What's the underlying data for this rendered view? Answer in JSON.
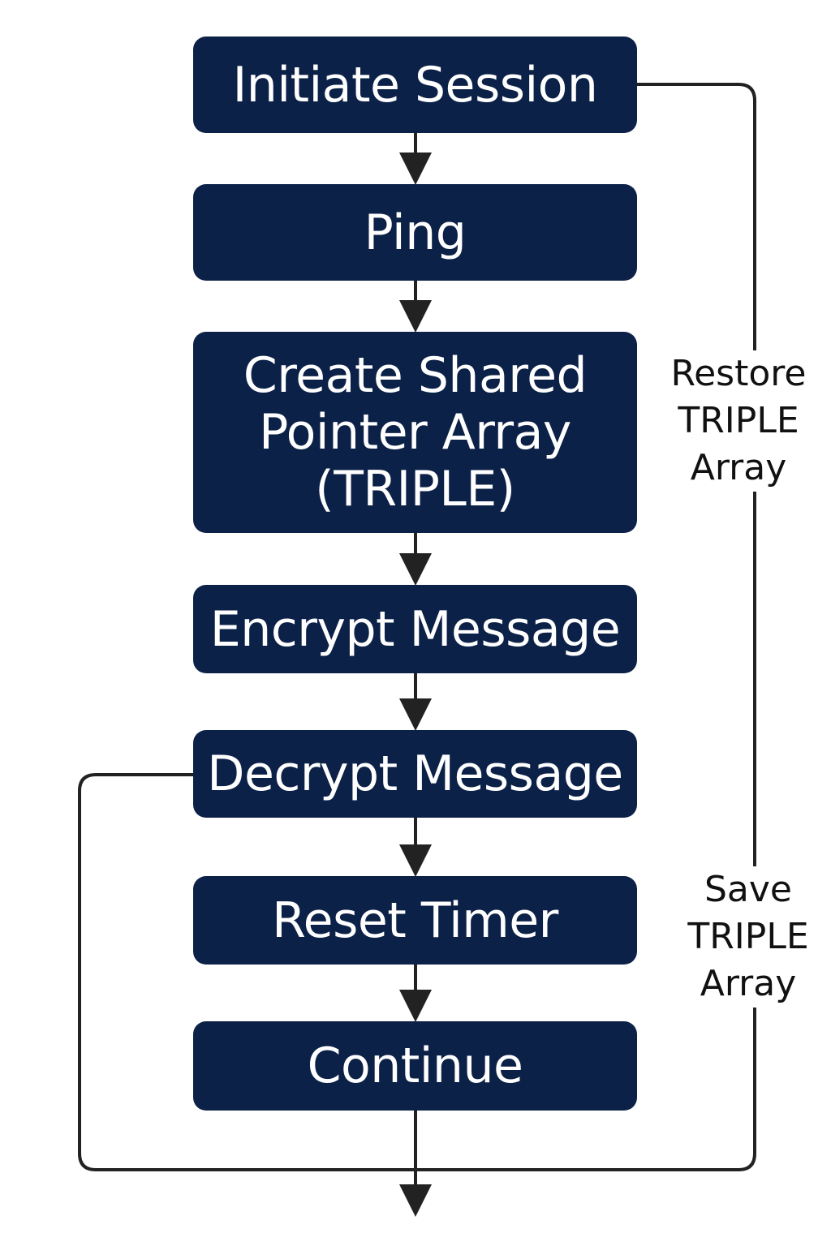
{
  "steps": [
    {
      "id": "initiate",
      "label": "Initiate Session"
    },
    {
      "id": "ping",
      "label": "Ping"
    },
    {
      "id": "create",
      "label": "Create Shared\nPointer Array\n(TRIPLE)"
    },
    {
      "id": "encrypt",
      "label": "Encrypt Message"
    },
    {
      "id": "decrypt",
      "label": "Decrypt Message"
    },
    {
      "id": "reset",
      "label": "Reset Timer"
    },
    {
      "id": "continue",
      "label": "Continue"
    }
  ],
  "side_labels": {
    "restore": "Restore\nTRIPLE\nArray",
    "save": "Save\nTRIPLE\nArray"
  },
  "colors": {
    "box_fill": "#0c2147",
    "box_text": "#ffffff",
    "connector": "#222222"
  }
}
